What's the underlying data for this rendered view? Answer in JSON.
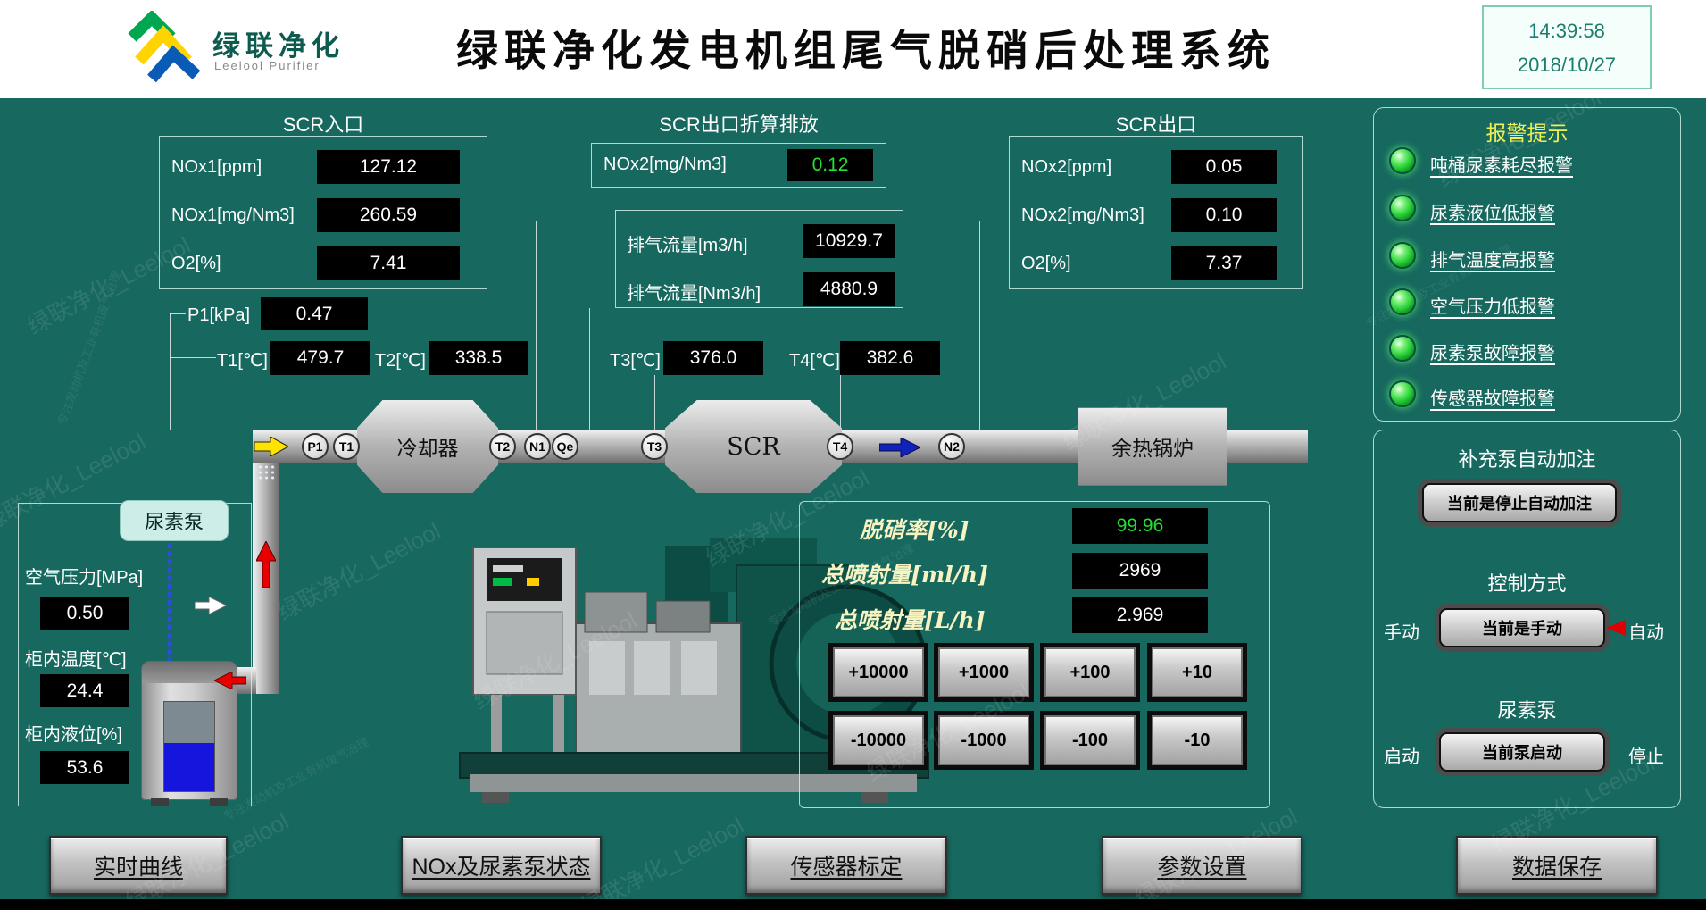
{
  "header": {
    "brand": "绿联净化",
    "brand_sub": "Leelool Purifier",
    "title": "绿联净化发电机组尾气脱硝后处理系统",
    "time": "14:39:58",
    "date": "2018/10/27"
  },
  "scr_inlet": {
    "title": "SCR入口",
    "rows": [
      {
        "label": "NOx1[ppm]",
        "value": "127.12"
      },
      {
        "label": "NOx1[mg/Nm3]",
        "value": "260.59"
      },
      {
        "label": "O2[%]",
        "value": "7.41"
      }
    ]
  },
  "scr_converted": {
    "title": "SCR出口折算排放",
    "nox_label": "NOx2[mg/Nm3]",
    "nox_value": "0.12",
    "flows": [
      {
        "label": "排气流量[m3/h]",
        "value": "10929.7"
      },
      {
        "label": "排气流量[Nm3/h]",
        "value": "4880.9"
      }
    ]
  },
  "scr_outlet": {
    "title": "SCR出口",
    "rows": [
      {
        "label": "NOx2[ppm]",
        "value": "0.05"
      },
      {
        "label": "NOx2[mg/Nm3]",
        "value": "0.10"
      },
      {
        "label": "O2[%]",
        "value": "7.37"
      }
    ]
  },
  "alarms": {
    "title": "报警提示",
    "items": [
      "吨桶尿素耗尽报警",
      "尿素液位低报警",
      "排气温度高报警",
      "空气压力低报警",
      "尿素泵故障报警",
      "传感器故障报警"
    ]
  },
  "control_panel": {
    "refill_title": "补充泵自动加注",
    "refill_button": "当前是停止自动加注",
    "mode_title": "控制方式",
    "mode_left": "手动",
    "mode_button": "当前是手动",
    "mode_right": "自动",
    "pump_title": "尿素泵",
    "pump_left": "启动",
    "pump_button": "当前泵启动",
    "pump_right": "停止"
  },
  "gauges": {
    "p1": {
      "label": "P1[kPa]",
      "value": "0.47"
    },
    "t1": {
      "label": "T1[℃]",
      "value": "479.7"
    },
    "t2": {
      "label": "T2[℃]",
      "value": "338.5"
    },
    "t3": {
      "label": "T3[℃]",
      "value": "376.0"
    },
    "t4": {
      "label": "T4[℃]",
      "value": "382.6"
    }
  },
  "pipeline": {
    "nodes": [
      "P1",
      "T1",
      "T2",
      "N1",
      "Qe",
      "T3",
      "T4",
      "N2"
    ],
    "cooler": "冷却器",
    "scr": "SCR",
    "boiler": "余热锅炉"
  },
  "urea": {
    "pump": "尿素泵",
    "rows": [
      {
        "label": "空气压力[MPa]",
        "value": "0.50"
      },
      {
        "label": "柜内温度[℃]",
        "value": "24.4"
      },
      {
        "label": "柜内液位[%]",
        "value": "53.6"
      }
    ]
  },
  "dosing": {
    "rows": [
      {
        "label": "脱硝率[%]",
        "value": "99.96"
      },
      {
        "label": "总喷射量[ml/h]",
        "value": "2969"
      },
      {
        "label": "总喷射量[L/h]",
        "value": "2.969"
      }
    ],
    "plus": [
      "+10000",
      "+1000",
      "+100",
      "+10"
    ],
    "minus": [
      "-10000",
      "-1000",
      "-100",
      "-10"
    ]
  },
  "nav": [
    "实时曲线",
    "NOx及尿素泵状态",
    "传感器标定",
    "参数设置",
    "数据保存"
  ],
  "watermark": {
    "text": "绿联净化_Leelool",
    "tagline": "专注发动机及工业有机废气治理"
  },
  "colors": {
    "background": "#17685f",
    "value_green": "#25e035",
    "alarm_title": "#f0ef55",
    "led_green": "#22cc33"
  }
}
